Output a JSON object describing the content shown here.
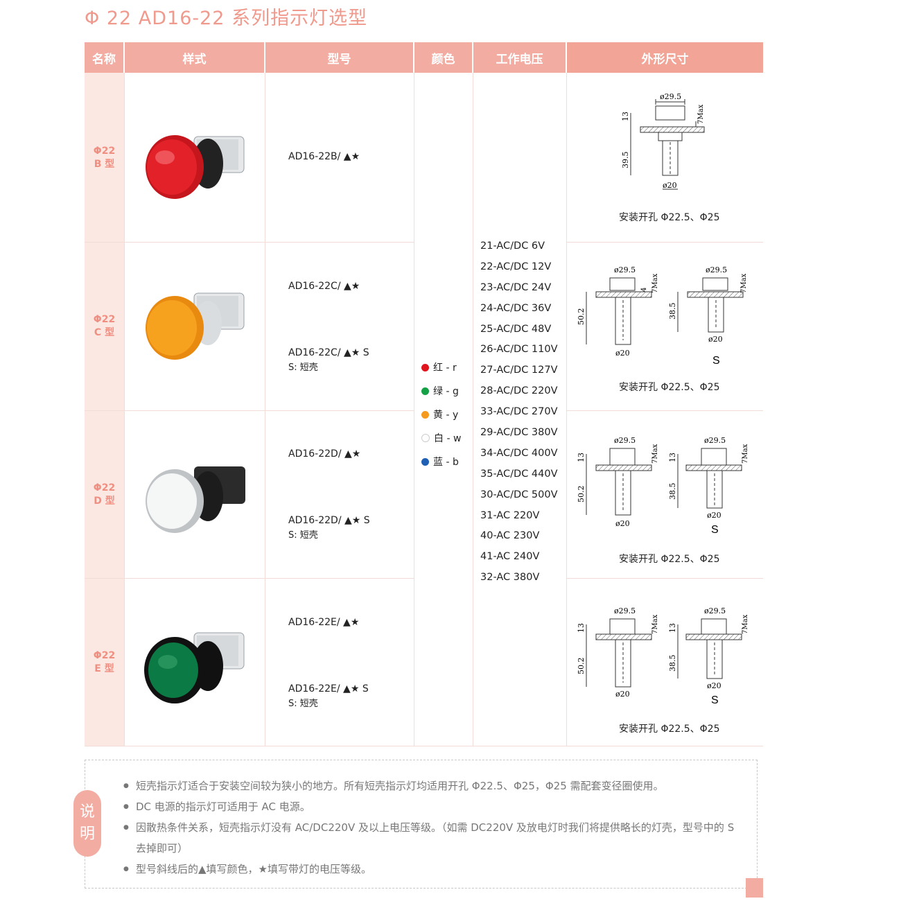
{
  "title": "Φ 22 AD16-22 系列指示灯选型",
  "headers": {
    "name": "名称",
    "style": "样式",
    "model": "型号",
    "color": "颜色",
    "voltage": "工作电压",
    "dimensions": "外形尺寸"
  },
  "rows": [
    {
      "name_line1": "Φ22",
      "name_line2": "B 型",
      "lamp_color": "#e3232c",
      "model_1": "AD16-22B/ ▲★",
      "model_2": "",
      "model_2_note": ""
    },
    {
      "name_line1": "Φ22",
      "name_line2": "C 型",
      "lamp_color": "#f5a21f",
      "model_1": "AD16-22C/ ▲★",
      "model_2": "AD16-22C/ ▲★ S",
      "model_2_note": "S: 短壳"
    },
    {
      "name_line1": "Φ22",
      "name_line2": "D 型",
      "lamp_color": "#f4f4f4",
      "model_1": "AD16-22D/ ▲★",
      "model_2": "AD16-22D/ ▲★ S",
      "model_2_note": "S: 短壳"
    },
    {
      "name_line1": "Φ22",
      "name_line2": "E 型",
      "lamp_color": "#0f8a4e",
      "model_1": "AD16-22E/ ▲★",
      "model_2": "AD16-22E/ ▲★ S",
      "model_2_note": "S: 短壳"
    }
  ],
  "colors": [
    {
      "label": "红 - r",
      "hex": "#e0141c"
    },
    {
      "label": "绿 - g",
      "hex": "#14a044"
    },
    {
      "label": "黄 - y",
      "hex": "#f59a1d"
    },
    {
      "label": "白 - w",
      "hex": "#ffffff"
    },
    {
      "label": "蓝 - b",
      "hex": "#1f5fb4"
    }
  ],
  "voltages": [
    "21-AC/DC 6V",
    "22-AC/DC 12V",
    "23-AC/DC 24V",
    "24-AC/DC 36V",
    "25-AC/DC 48V",
    "26-AC/DC 110V",
    "27-AC/DC 127V",
    "28-AC/DC 220V",
    "33-AC/DC 270V",
    "29-AC/DC 380V",
    "34-AC/DC 400V",
    "35-AC/DC 440V",
    "30-AC/DC 500V",
    "31-AC 220V",
    "40-AC 230V",
    "41-AC 240V",
    "32-AC 380V"
  ],
  "dims": {
    "install_text": "安装开孔 Φ22.5、Φ25",
    "d295": "ø29.5",
    "d20": "ø20",
    "max7": "7Max",
    "h13": "13",
    "h395": "39.5",
    "h502": "50.2",
    "h385": "38.5",
    "h4": "4",
    "s_label": "S"
  },
  "notes": {
    "tag_1": "说",
    "tag_2": "明",
    "items": [
      "短壳指示灯适合于安装空间较为狭小的地方。所有短壳指示灯均适用开孔 Φ22.5、Φ25，Φ25 需配套变径圈使用。",
      "DC 电源的指示灯可适用于 AC 电源。",
      "因散热条件关系，短壳指示灯没有 AC/DC220V 及以上电压等级。（如需 DC220V 及放电灯时我们将提供略长的灯壳，型号中的 S 去掉即可）",
      "型号斜线后的▲填写颜色，★填写带灯的电压等级。"
    ]
  }
}
